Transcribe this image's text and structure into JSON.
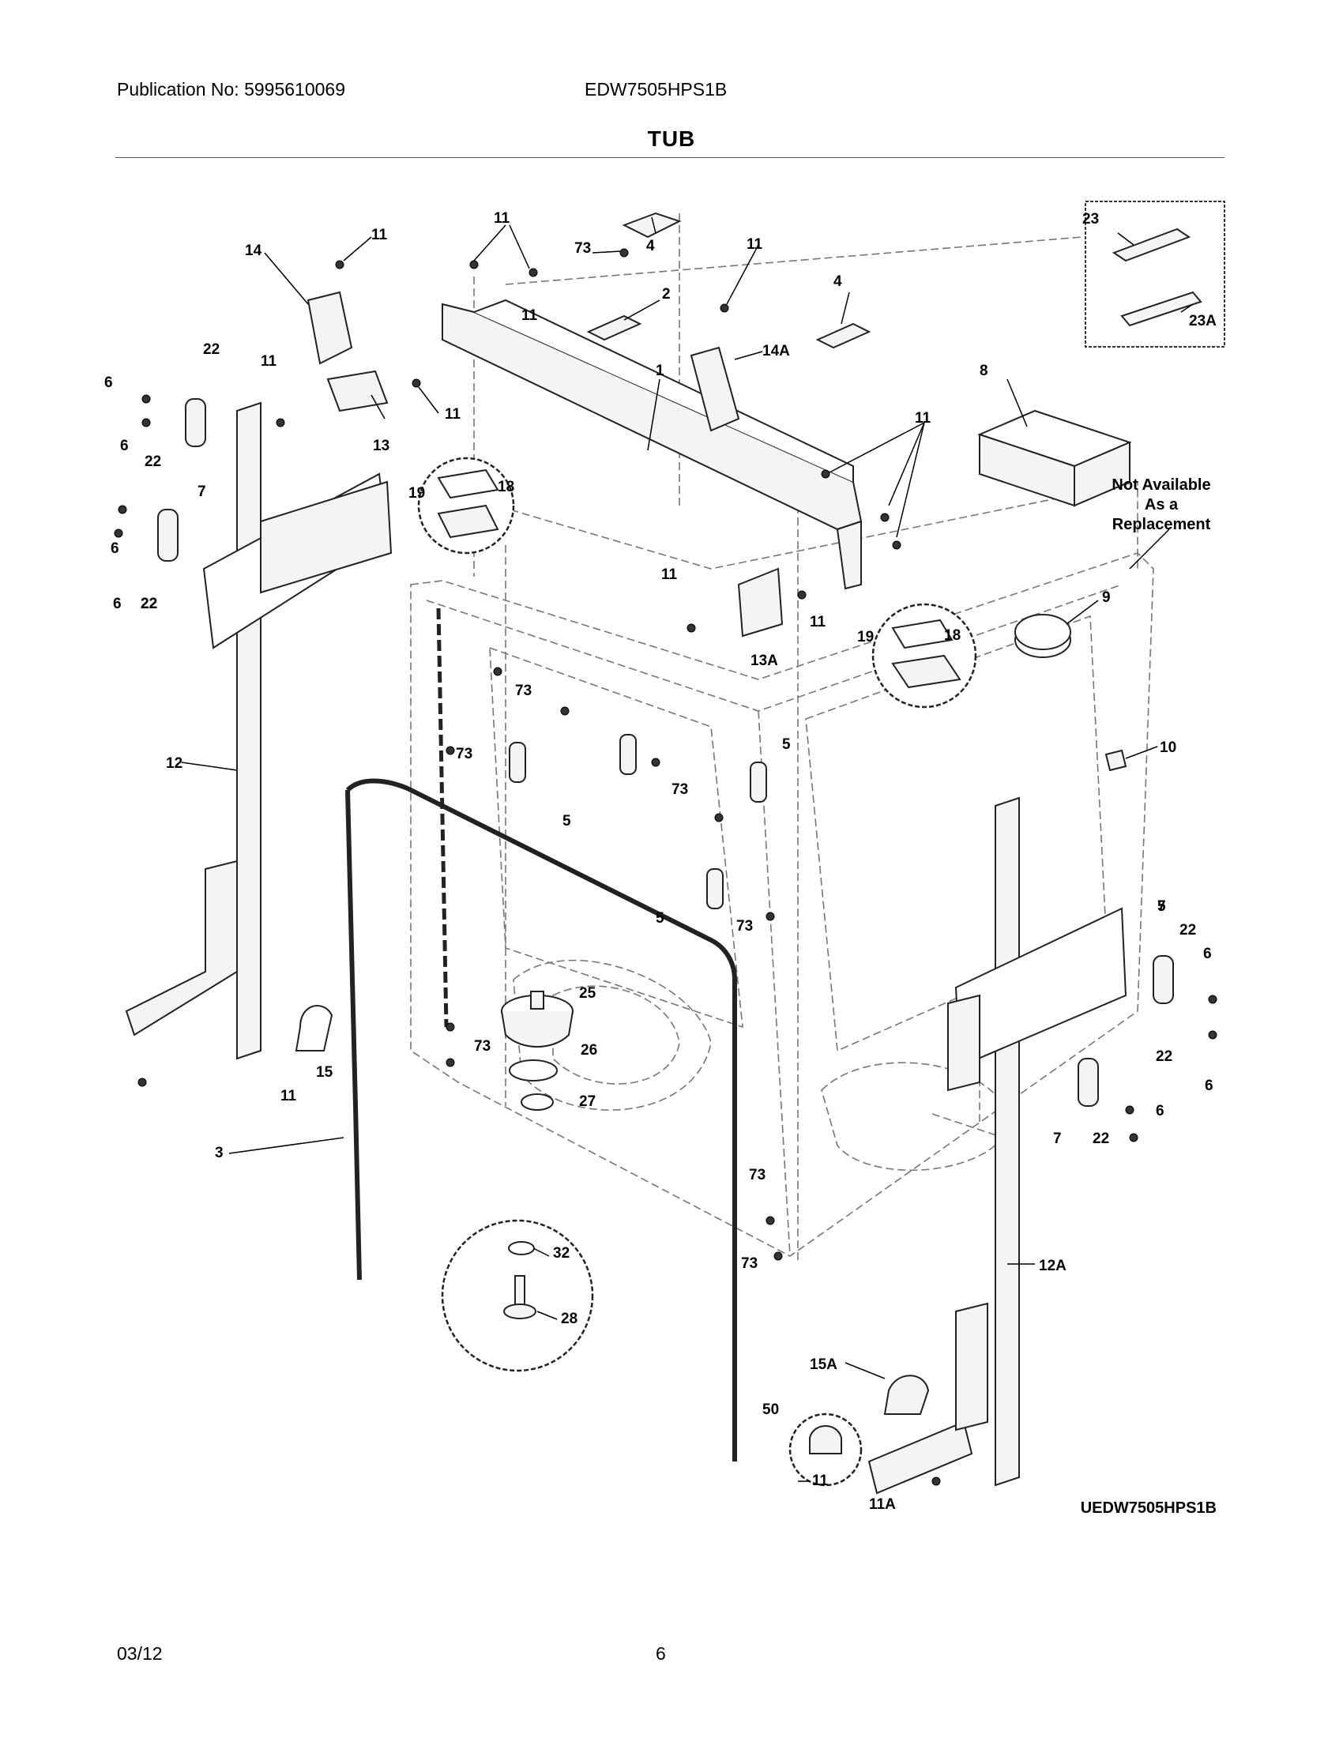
{
  "header": {
    "publication": "Publication No: 5995610069",
    "model": "EDW7505HPS1B",
    "title": "TUB"
  },
  "diagram": {
    "note_lines": [
      "Not Available",
      "As a",
      "Replacement"
    ],
    "drawing_code": "UEDW7505HPS1B",
    "callouts": [
      "11",
      "11",
      "11",
      "73",
      "4",
      "2",
      "11",
      "4",
      "14",
      "14A",
      "1",
      "22",
      "6",
      "11",
      "13",
      "11",
      "6",
      "22",
      "7",
      "6",
      "22",
      "6",
      "22",
      "19",
      "18",
      "11",
      "8",
      "11",
      "11",
      "13A",
      "19",
      "18",
      "9",
      "12",
      "73",
      "73",
      "5",
      "5",
      "5",
      "73",
      "10",
      "5",
      "7",
      "22",
      "6",
      "73",
      "25",
      "22",
      "26",
      "73",
      "6",
      "15",
      "11",
      "27",
      "6",
      "7",
      "22",
      "3",
      "73",
      "73",
      "12A",
      "32",
      "28",
      "15A",
      "50",
      "11",
      "11A",
      "23",
      "23A"
    ]
  },
  "footer": {
    "date": "03/12",
    "page": "6"
  }
}
